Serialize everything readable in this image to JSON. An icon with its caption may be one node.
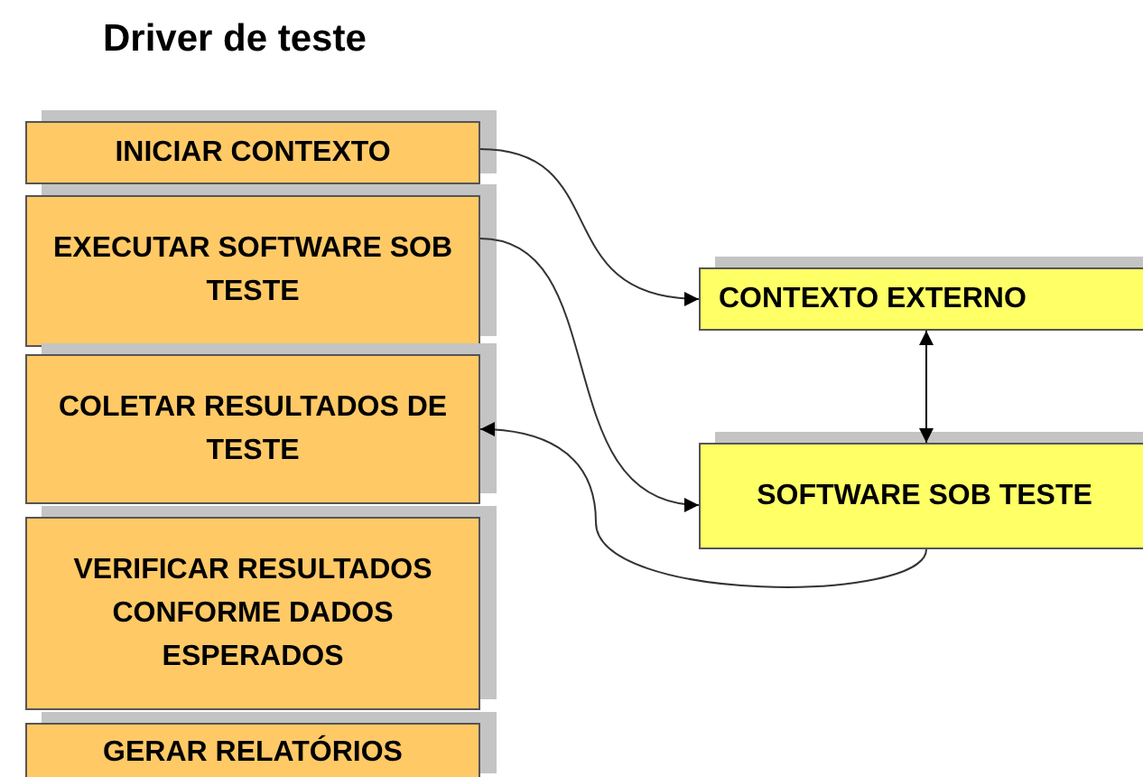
{
  "diagram": {
    "title": "Driver de teste",
    "nodes": [
      {
        "text": [
          "INICIAR CONTEXTO"
        ]
      },
      {
        "text": [
          "EXECUTAR SOFTWARE SOB TESTE"
        ]
      },
      {
        "text": [
          "COLETAR RESULTADOS DE TESTE"
        ]
      },
      {
        "text": [
          "VERIFICAR RESULTADOS CONFORME DADOS ESPERADOS"
        ]
      },
      {
        "text": [
          "GERAR RELATÓRIOS"
        ]
      },
      {
        "text": [
          "CONTEXTO EXTERNO"
        ]
      },
      {
        "text": [
          "SOFTWARE SOB TESTE"
        ]
      }
    ],
    "edges": [
      {
        "from": 0,
        "to": 5,
        "arrow": "to"
      },
      {
        "from": 1,
        "to": 6,
        "arrow": "to"
      },
      {
        "from": 6,
        "to": 2,
        "arrow": "to"
      },
      {
        "from": 5,
        "to": 6,
        "arrow": "both"
      }
    ]
  }
}
